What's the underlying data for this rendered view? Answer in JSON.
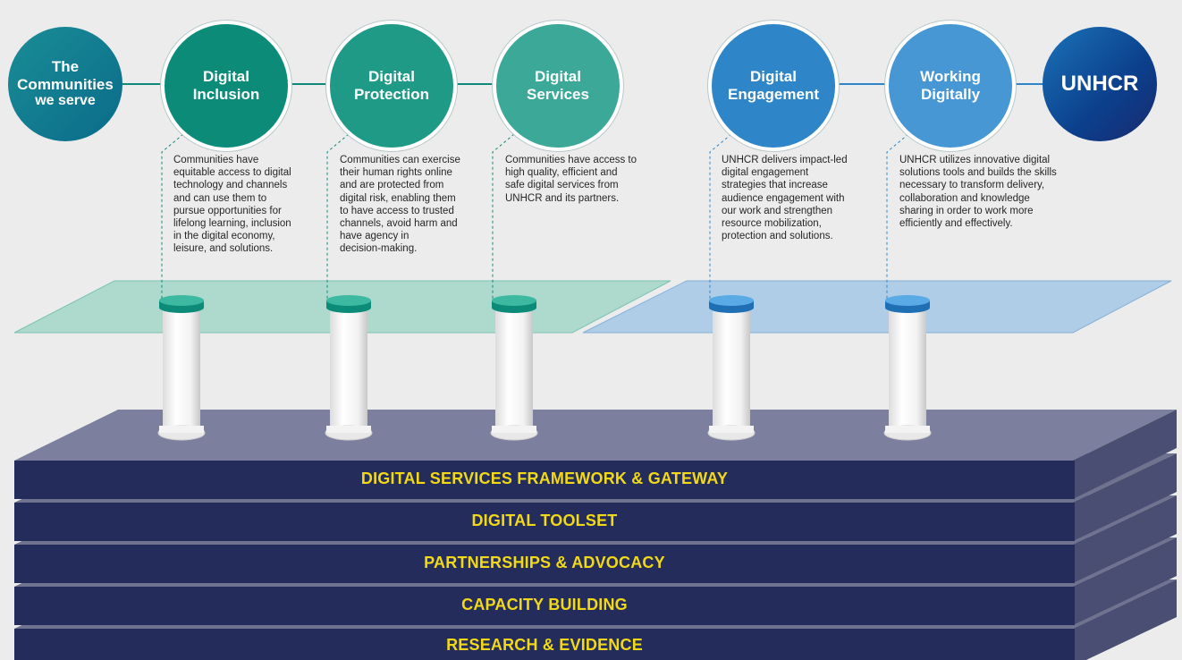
{
  "circles": {
    "communities": {
      "line1": "The",
      "line2": "Communities",
      "line3": "we serve"
    },
    "inclusion": {
      "line1": "Digital",
      "line2": "Inclusion"
    },
    "protection": {
      "line1": "Digital",
      "line2": "Protection"
    },
    "services": {
      "line1": "Digital",
      "line2": "Services"
    },
    "engagement": {
      "line1": "Digital",
      "line2": "Engagement"
    },
    "working": {
      "line1": "Working",
      "line2": "Digitally"
    },
    "unhcr": {
      "label": "UNHCR"
    }
  },
  "descriptions": {
    "inclusion": "Communities have\nequitable access to digital\ntechnology and channels\nand can use them to\npursue opportunities for\nlifelong learning, inclusion\nin the digital economy,\nleisure, and solutions.",
    "protection": "Communities can exercise\ntheir human rights online\nand are protected from\ndigital risk, enabling them\nto have access to trusted\nchannels, avoid harm and\nhave agency in\ndecision-making.",
    "services": "Communities have access to\nhigh quality, efficient and\nsafe digital services from\nUNHCR and its partners.",
    "engagement": "UNHCR delivers impact-led\ndigital engagement\nstrategies that increase\naudience engagement with\nour work and strengthen\nresource mobilization,\nprotection and solutions.",
    "working": "UNHCR utilizes innovative digital\nsolutions tools and builds the skills\nnecessary to transform delivery,\ncollaboration and knowledge\nsharing in order to work more\nefficiently and effectively."
  },
  "foundation_layers": [
    "DIGITAL SERVICES FRAMEWORK & GATEWAY",
    "DIGITAL TOOLSET",
    "PARTNERSHIPS & ADVOCACY",
    "CAPACITY BUILDING",
    "RESEARCH & EVIDENCE"
  ],
  "colors": {
    "background": "#ececec",
    "community_teal": "#0c8c78",
    "unhcr_blue": "#2e86c8",
    "layer_navy": "#232c5a",
    "layer_top": "#7a7d9b",
    "label_yellow": "#f2d917",
    "teal_plane": "#9fd6c7",
    "blue_plane": "#a4c8e6"
  }
}
